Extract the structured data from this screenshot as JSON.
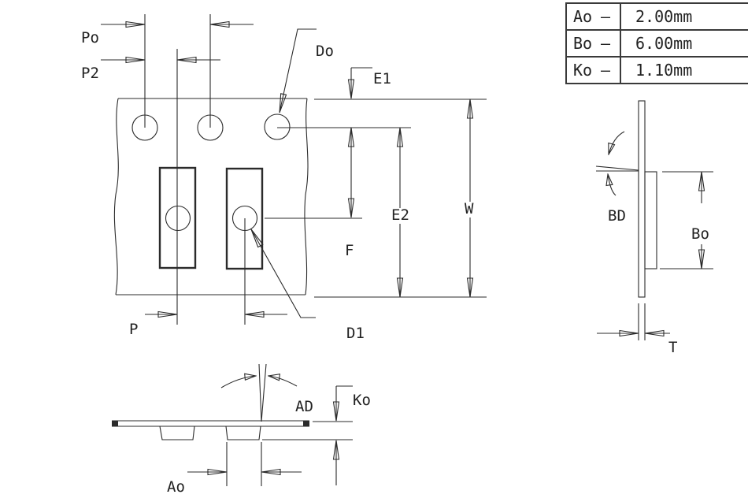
{
  "table": {
    "rows": [
      {
        "param": "Ao",
        "dash": "–",
        "value": "2.00mm"
      },
      {
        "param": "Bo",
        "dash": "–",
        "value": "6.00mm"
      },
      {
        "param": "Ko",
        "dash": "–",
        "value": "1.10mm"
      }
    ]
  },
  "labels": {
    "po": "Po",
    "p2": "P2",
    "do": "Do",
    "e1": "E1",
    "e2": "E2",
    "w": "W",
    "f": "F",
    "p": "P",
    "d1": "D1",
    "bd": "BD",
    "bo": "Bo",
    "t": "T",
    "ad": "AD",
    "ko": "Ko",
    "ao": "Ao"
  },
  "colors": {
    "line": "#2b2b2b",
    "background": "#ffffff"
  }
}
